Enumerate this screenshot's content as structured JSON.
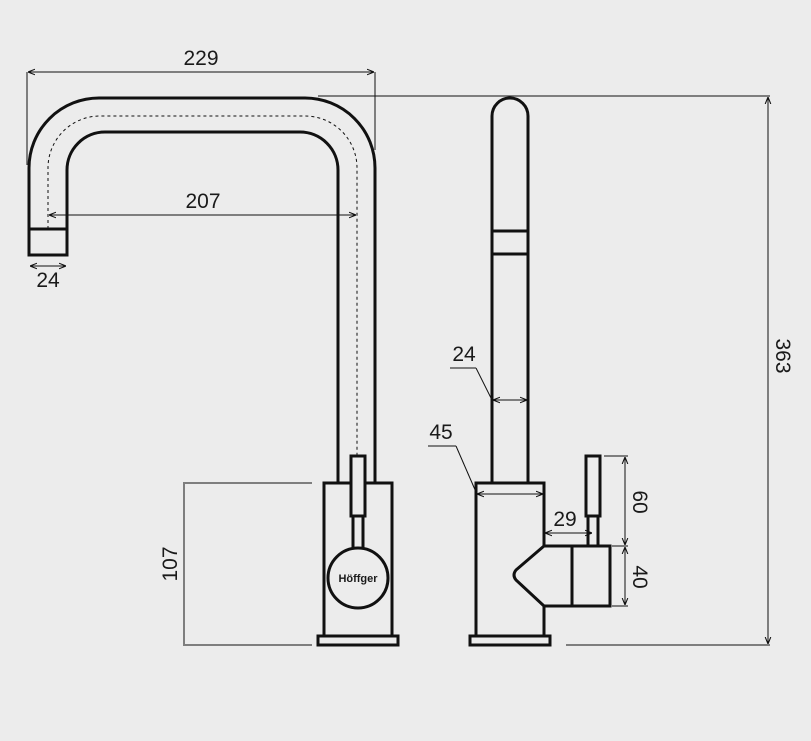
{
  "dimensions": {
    "overall_width": "229",
    "inner_reach": "207",
    "spout_tip_width": "24",
    "spout_diameter_side": "24",
    "body_width": "45",
    "lever_offset": "29",
    "lever_height": "60",
    "handle_height": "40",
    "body_height": "107",
    "total_height": "363"
  },
  "brand": "Höffger"
}
